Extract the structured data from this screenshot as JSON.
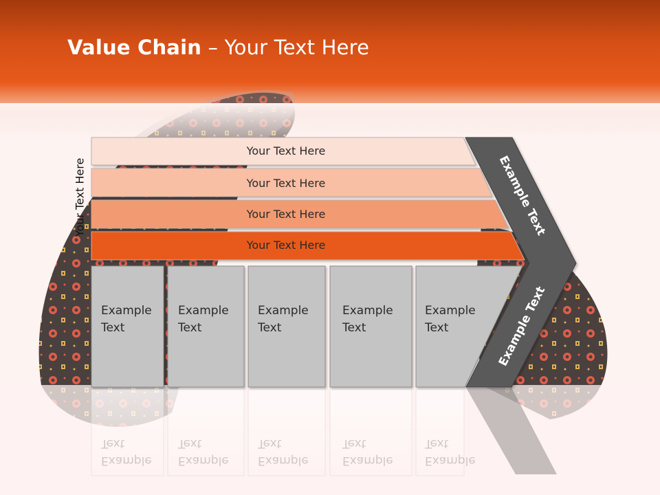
{
  "title": {
    "bold": "Value Chain",
    "rest": " – Your Text Here"
  },
  "side_label": "Your Text Here",
  "bars": [
    {
      "label": "Your Text Here",
      "color": "#fbe0d5"
    },
    {
      "label": "Your Text Here",
      "color": "#f8bfa4"
    },
    {
      "label": "Your Text Here",
      "color": "#f29a72"
    },
    {
      "label": "Your Text Here",
      "color": "#e85a1c"
    }
  ],
  "boxes": [
    {
      "line1": "Example",
      "line2": "Text"
    },
    {
      "line1": "Example",
      "line2": "Text"
    },
    {
      "line1": "Example",
      "line2": "Text"
    },
    {
      "line1": "Example",
      "line2": "Text"
    },
    {
      "line1": "Example",
      "line2": "Text"
    }
  ],
  "chevron": {
    "upper_text": "Example Text",
    "lower_text": "Example Text"
  },
  "colors": {
    "header": "#e85a1c",
    "box_fill": "#c4c4c4",
    "chevron_fill": "#5a5a5a",
    "background": "#fdf3f1"
  }
}
